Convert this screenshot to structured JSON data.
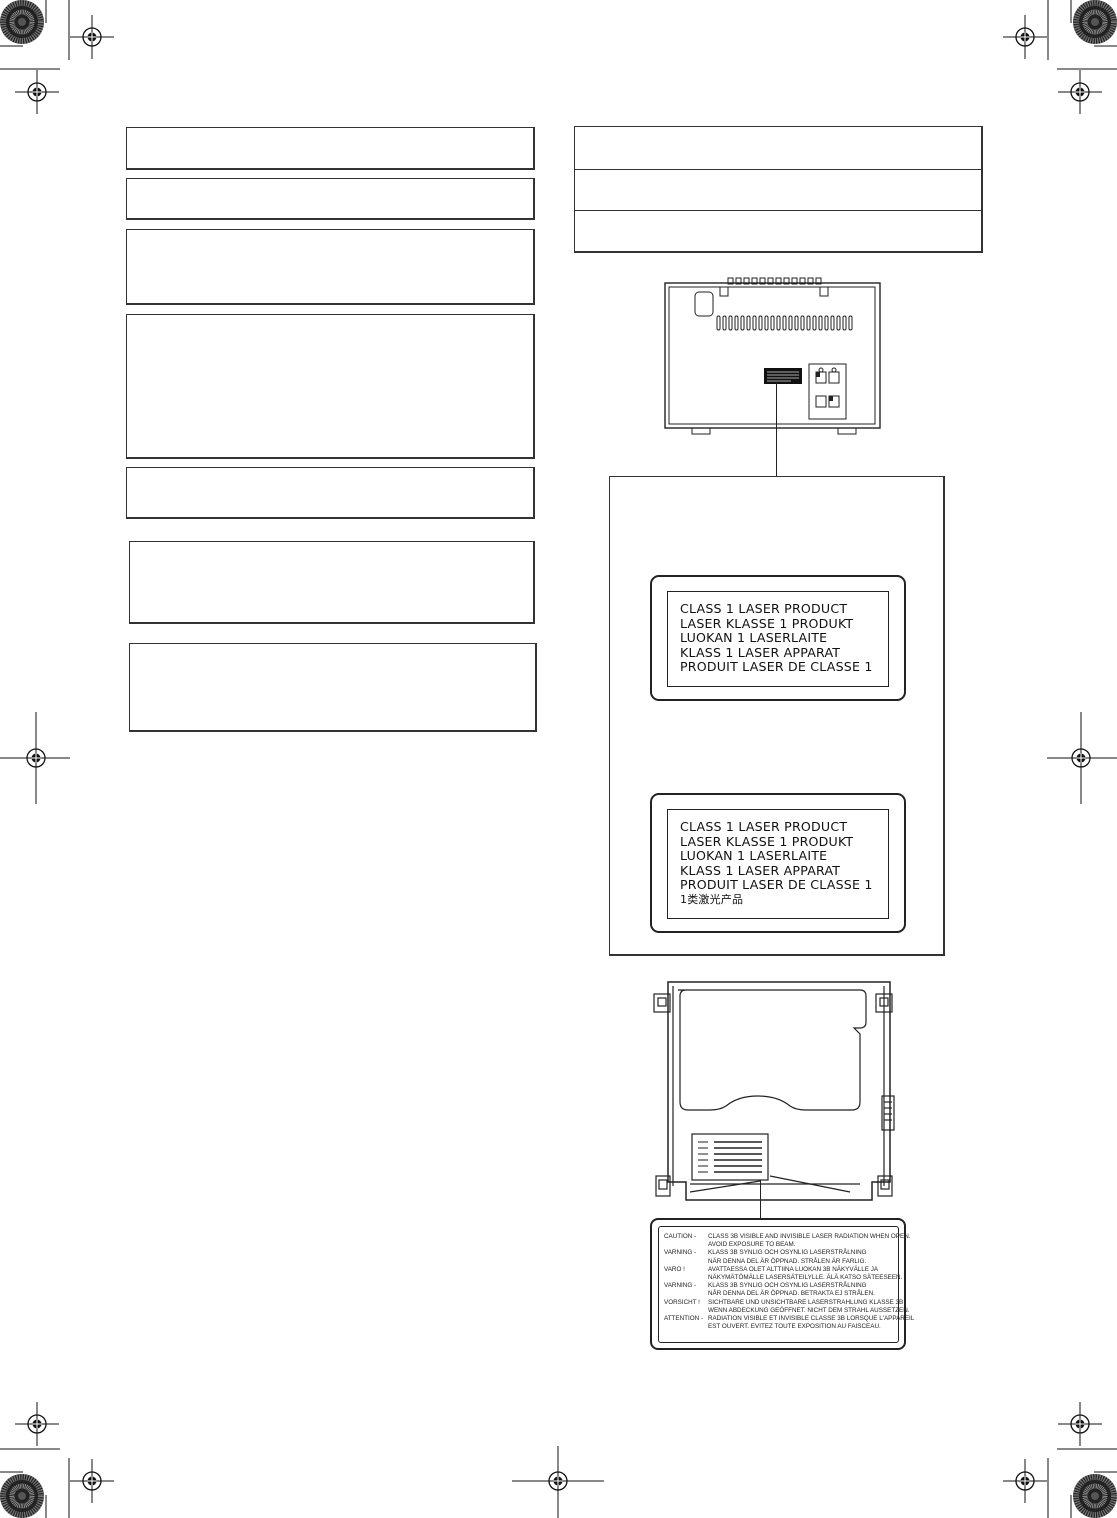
{
  "label_texts": {
    "upper": [
      "CLASS 1 LASER PRODUCT",
      "LASER KLASSE 1 PRODUKT",
      "LUOKAN 1 LASERLAITE",
      "KLASS 1 LASER APPARAT",
      "PRODUIT LASER DE CLASSE 1"
    ],
    "lower": [
      "CLASS 1 LASER PRODUCT",
      "LASER KLASSE 1 PRODUKT",
      "LUOKAN 1 LASERLAITE",
      "KLASS 1 LASER APPARAT",
      "PRODUIT LASER DE CLASSE 1",
      "1类激光产品"
    ]
  },
  "caution_label": [
    {
      "word": "CAUTION -",
      "text": "CLASS 3B VISIBLE AND INVISIBLE LASER RADIATION WHEN OPEN."
    },
    {
      "word": "",
      "text": "AVOID EXPOSURE TO BEAM."
    },
    {
      "word": "VARNING -",
      "text": "KLASS 3B SYNLIG OCH OSYNLIG LASERSTRÅLNING"
    },
    {
      "word": "",
      "text": "NÄR DENNA DEL ÄR ÖPPNAD. STRÅLEN ÄR FARLIG."
    },
    {
      "word": "VARO !",
      "text": "AVATTAESSA OLET ALTTIINA LUOKAN 3B NÄKYVÄLLE JA"
    },
    {
      "word": "",
      "text": "NÄKYMÄTÖMÄLLE LASERSÄTEILYLLE. ÄLÄ KATSO SÄTEESEEN."
    },
    {
      "word": "VARNING -",
      "text": "KLASS 3B SYNLIG OCH OSYNLIG LASERSTRÅLNING"
    },
    {
      "word": "",
      "text": "NÅR DENNA DEL ÄR ÖPPNAD. BETRAKTA EJ STRÅLEN."
    },
    {
      "word": "VORSICHT !",
      "text": "SICHTBARE UND UNSICHTBARE LASERSTRAHLUNG KLASSE 3B"
    },
    {
      "word": "",
      "text": "WENN ABDECKUNG GEÖFFNET. NICHT DEM STRAHL AUSSETZEN."
    },
    {
      "word": "ATTENTION -",
      "text": "RADIATION VISIBLE ET INVISIBLE CLASSE 3B LORSQUE L'APPAREIL"
    },
    {
      "word": "",
      "text": "EST OUVERT. EVITEZ TOUTE EXPOSITION AU FAISCEAU."
    }
  ]
}
